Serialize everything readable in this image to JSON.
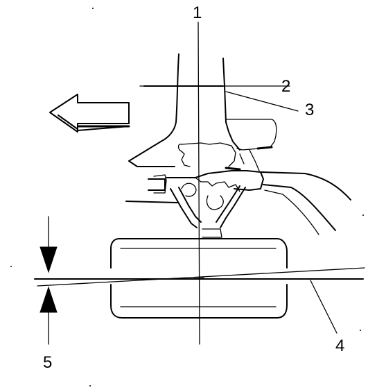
{
  "callouts": [
    {
      "id": "1",
      "label": "1"
    },
    {
      "id": "2",
      "label": "2"
    },
    {
      "id": "3",
      "label": "3"
    },
    {
      "id": "4",
      "label": "4"
    },
    {
      "id": "5",
      "label": "5"
    }
  ],
  "icons": {
    "direction_arrow": "left-arrow-icon",
    "dimension_arrows": "down-up-arrow-pair-icon"
  },
  "colors": {
    "ink": "#000000",
    "paper": "#ffffff"
  }
}
